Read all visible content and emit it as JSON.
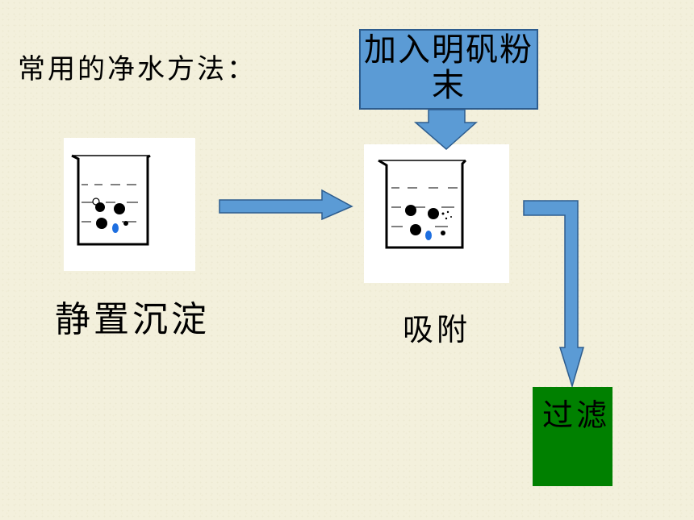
{
  "heading": "常用的净水方法：",
  "alum_box": "加入明矾粉末",
  "step_settle": "静置沉淀",
  "step_adsorb": "吸附",
  "step_filter": "过滤",
  "colors": {
    "background": "#f3f0dc",
    "arrow_fill": "#5b9bd5",
    "arrow_stroke": "#2e5d8e",
    "filter_box": "#008000"
  }
}
